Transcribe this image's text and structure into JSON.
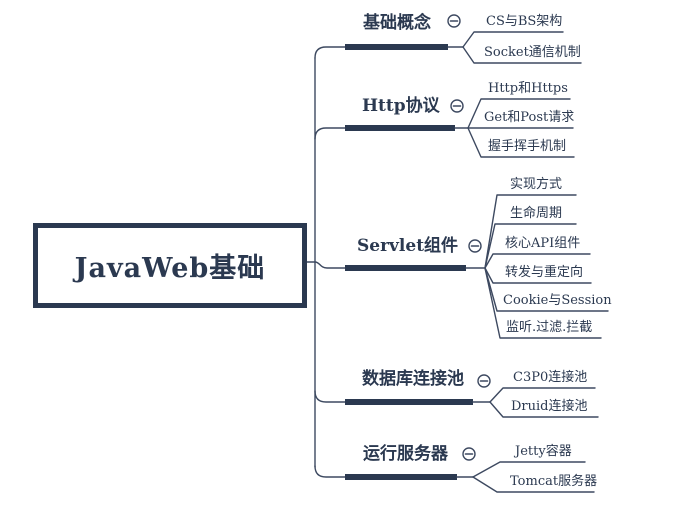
{
  "colors": {
    "ink": "#2b3950",
    "line": "#3d4960",
    "background": "#ffffff"
  },
  "root": {
    "label": "JavaWeb基础"
  },
  "branches": [
    {
      "label": "基础概念",
      "toggle_icon": "minus-circle",
      "children": [
        "CS与BS架构",
        "Socket通信机制"
      ]
    },
    {
      "label": "Http协议",
      "toggle_icon": "minus-circle",
      "children": [
        "Http和Https",
        "Get和Post请求",
        "握手挥手机制"
      ]
    },
    {
      "label": "Servlet组件",
      "toggle_icon": "minus-circle",
      "children": [
        "实现方式",
        "生命周期",
        "核心API组件",
        "转发与重定向",
        "Cookie与Session",
        "监听.过滤.拦截"
      ]
    },
    {
      "label": "数据库连接池",
      "toggle_icon": "minus-circle",
      "children": [
        "C3P0连接池",
        "Druid连接池"
      ]
    },
    {
      "label": "运行服务器",
      "toggle_icon": "minus-circle",
      "children": [
        "Jetty容器",
        "Tomcat服务器"
      ]
    }
  ]
}
